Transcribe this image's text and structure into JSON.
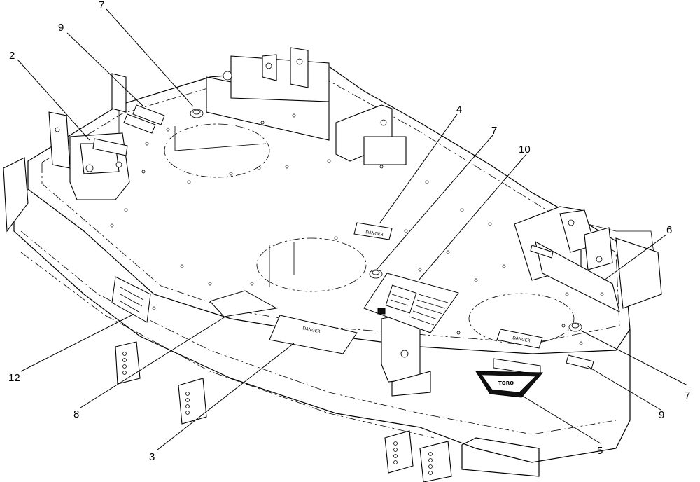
{
  "callouts": [
    {
      "id": "c7a",
      "label": "7"
    },
    {
      "id": "c9a",
      "label": "9"
    },
    {
      "id": "c2",
      "label": "2"
    },
    {
      "id": "c4",
      "label": "4"
    },
    {
      "id": "c7b",
      "label": "7"
    },
    {
      "id": "c10",
      "label": "10"
    },
    {
      "id": "c6",
      "label": "6"
    },
    {
      "id": "c7c",
      "label": "7"
    },
    {
      "id": "c9b",
      "label": "9"
    },
    {
      "id": "c5",
      "label": "5"
    },
    {
      "id": "c3",
      "label": "3"
    },
    {
      "id": "c8",
      "label": "8"
    },
    {
      "id": "c12",
      "label": "12"
    }
  ],
  "decals": {
    "danger_label": "DANGER",
    "brand_label": "TORO"
  }
}
